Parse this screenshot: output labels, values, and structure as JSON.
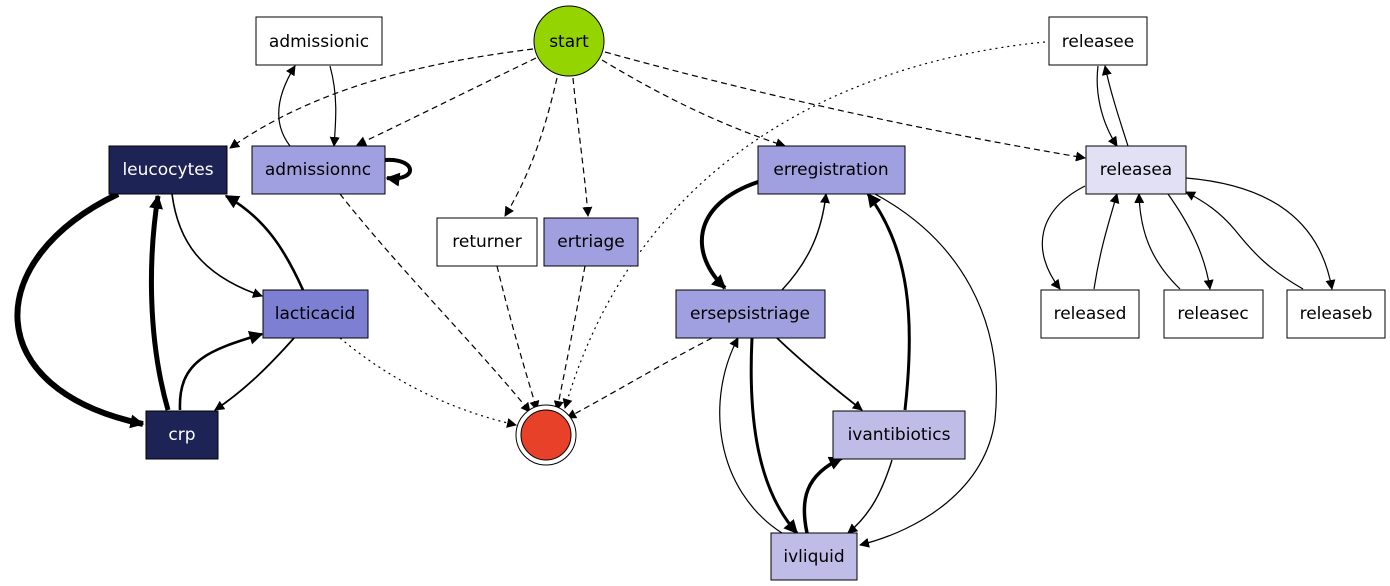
{
  "graph": {
    "start_label": "start",
    "colors": {
      "start": "#94d400",
      "end": "#e8412a",
      "edge": "#000000",
      "dark": "#1d2455",
      "mid": "#7c7fd2",
      "light": "#a09fdf",
      "lighter": "#bfbde8",
      "pale": "#e1e0f5",
      "white": "#ffffff"
    },
    "nodes": {
      "admissionic": "admissionic",
      "admissionnc": "admissionnc",
      "leucocytes": "leucocytes",
      "lacticacid": "lacticacid",
      "crp": "crp",
      "returner": "returner",
      "ertriage": "ertriage",
      "erregistration": "erregistration",
      "ersepsistriage": "ersepsistriage",
      "ivantibiotics": "ivantibiotics",
      "ivliquid": "ivliquid",
      "releasee": "releasee",
      "releasea": "releasea",
      "released": "released",
      "releasec": "releasec",
      "releaseb": "releaseb"
    }
  }
}
